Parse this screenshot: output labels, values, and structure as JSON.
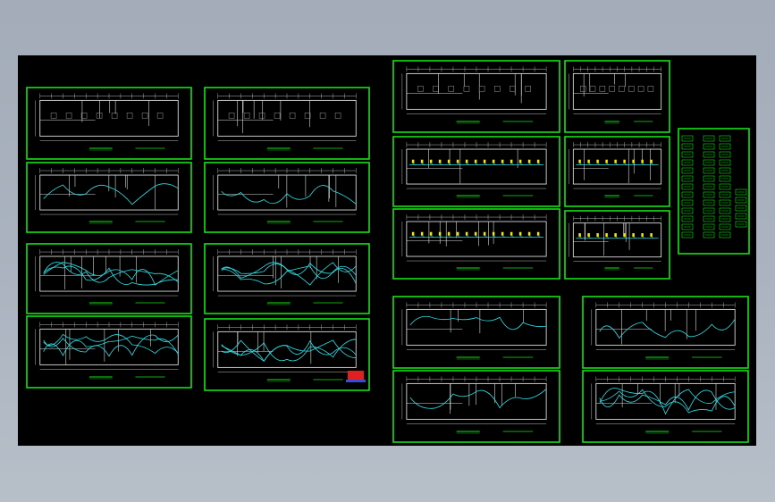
{
  "drawing": {
    "background_color": "#000000",
    "frame_color": "#16e016",
    "wall_color": "#d8d8d8",
    "wire_color": "#2fe0e8",
    "fixture_color": "#ffe600",
    "logo_color": "#e02020",
    "sheet_count": 19,
    "sheets": [
      {
        "kind": "plan",
        "group": "left-col-1",
        "wiring": "none"
      },
      {
        "kind": "plan",
        "group": "left-col-1",
        "wiring": "light"
      },
      {
        "kind": "plan",
        "group": "left-col-1",
        "wiring": "heavy"
      },
      {
        "kind": "plan",
        "group": "left-col-1",
        "wiring": "heavy"
      },
      {
        "kind": "plan",
        "group": "left-col-2",
        "wiring": "none"
      },
      {
        "kind": "plan",
        "group": "left-col-2",
        "wiring": "light"
      },
      {
        "kind": "plan",
        "group": "left-col-2",
        "wiring": "heavy"
      },
      {
        "kind": "plan",
        "group": "left-col-2",
        "wiring": "heavy",
        "has_logo": true
      },
      {
        "kind": "plan",
        "group": "middle-wide",
        "wiring": "none"
      },
      {
        "kind": "plan",
        "group": "middle-wide",
        "wiring": "fixtures"
      },
      {
        "kind": "plan",
        "group": "middle-wide",
        "wiring": "fixtures"
      },
      {
        "kind": "plan",
        "group": "middle-small",
        "wiring": "none"
      },
      {
        "kind": "plan",
        "group": "middle-small",
        "wiring": "fixtures"
      },
      {
        "kind": "plan",
        "group": "middle-small",
        "wiring": "fixtures"
      },
      {
        "kind": "legend",
        "group": "legend-panel",
        "wiring": "schedule"
      },
      {
        "kind": "plan",
        "group": "bottom-left",
        "wiring": "light"
      },
      {
        "kind": "plan",
        "group": "bottom-left",
        "wiring": "light"
      },
      {
        "kind": "plan",
        "group": "bottom-right",
        "wiring": "light"
      },
      {
        "kind": "plan",
        "group": "bottom-right",
        "wiring": "heavy"
      }
    ]
  }
}
